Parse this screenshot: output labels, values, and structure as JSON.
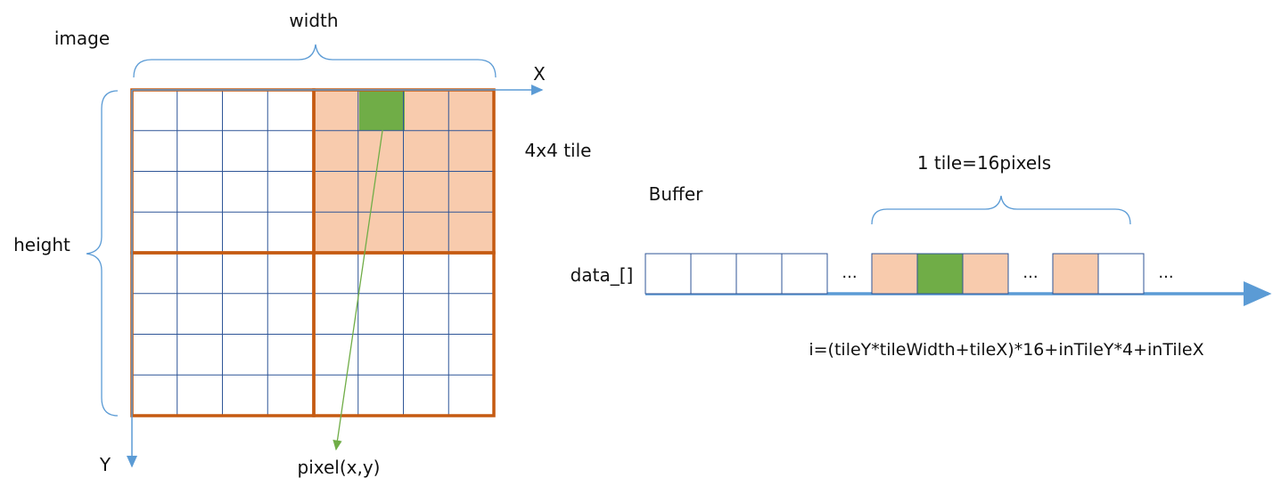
{
  "labels": {
    "image": "image",
    "width": "width",
    "height": "height",
    "x_axis": "X",
    "y_axis": "Y",
    "tile": "4x4 tile",
    "pixel": "pixel(x,y)",
    "buffer": "Buffer",
    "tile_size": "1 tile=16pixels",
    "array": "data_[]",
    "formula": "i=(tileY*tileWidth+tileX)*16+inTileY*4+inTileX",
    "ellipsis": "..."
  },
  "image_grid": {
    "cols": 8,
    "rows": 8,
    "tile_size": 4
  },
  "buffer_cells": [
    "empty",
    "empty",
    "empty",
    "empty",
    "gap",
    "tile",
    "pixel",
    "tile",
    "gap",
    "tile",
    "empty",
    "gap"
  ],
  "colors": {
    "grid_line": "#2f5597",
    "tile_border": "#c55a11",
    "tile_fill": "#f8cbad",
    "pixel_fill": "#70ad47",
    "arrow_pixel": "#70ad47",
    "axis": "#5b9bd5",
    "brace": "#5b9bd5"
  }
}
